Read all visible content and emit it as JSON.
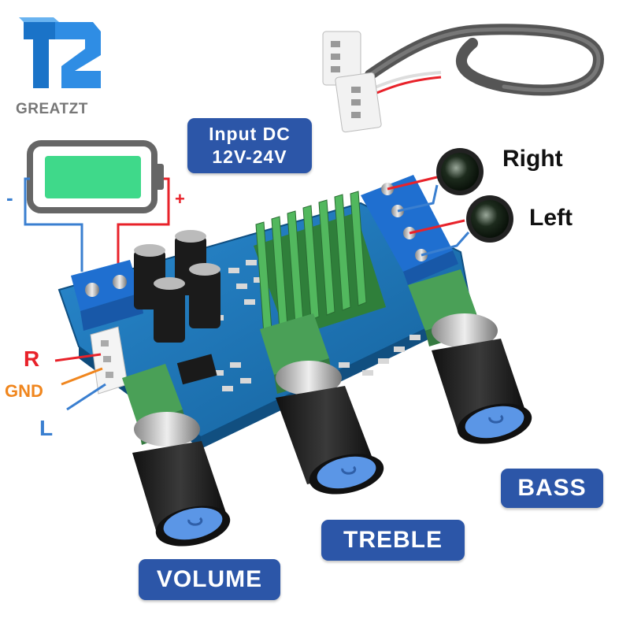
{
  "brand": {
    "name": "GREATZT",
    "logo": "T2"
  },
  "labels": {
    "input_dc": [
      "Input DC",
      "12V-24V"
    ],
    "right": "Right",
    "left": "Left",
    "minus": "-",
    "plus": "+",
    "r": "R",
    "gnd": "GND",
    "l": "L",
    "volume": "VOLUME",
    "treble": "TREBLE",
    "bass": "BASS"
  },
  "colors": {
    "accent_blue": "#2c56a8",
    "pcb_blue": "#1f78b8",
    "heatsink_green": "#3c9a4a",
    "wire_red": "#e8222a",
    "wire_blue": "#3a7fd0",
    "wire_orange": "#f0861e",
    "battery_green": "#3fd98a",
    "knob_cap_blue": "#5b96e6"
  }
}
